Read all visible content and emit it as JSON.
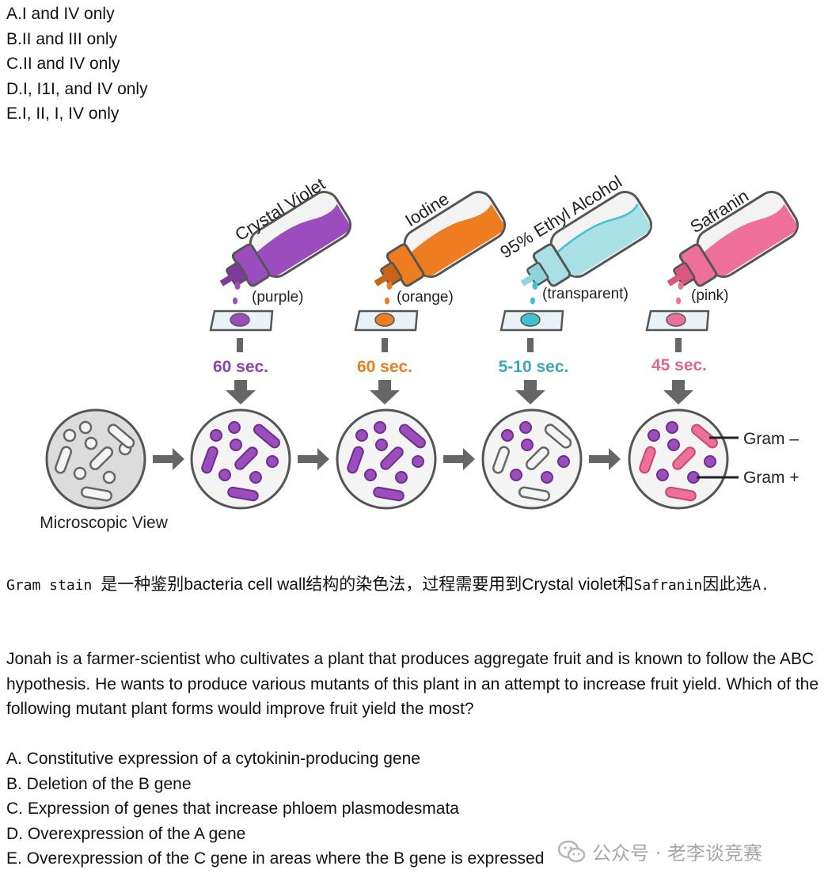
{
  "options_top": [
    "A.I and IV only",
    "B.II and III only",
    "C.II and IV only",
    "D.I, I1I, and IV only",
    "E.I, II, I, IV only"
  ],
  "figure": {
    "stains": [
      {
        "name": "Crystal Violet",
        "color_desc": "(purple)",
        "time": "60 sec.",
        "color": "#9b4dbe",
        "time_color": "#8e44ad"
      },
      {
        "name": "Iodine",
        "color_desc": "(orange)",
        "time": "60 sec.",
        "color": "#ee7d22",
        "time_color": "#e67e22"
      },
      {
        "name": "95% Ethyl Alcohol",
        "color_desc": "(transparent)",
        "time": "5-10 sec.",
        "color": "#43c0d0",
        "time_color": "#3ea6b8"
      },
      {
        "name": "Safranin",
        "color_desc": "(pink)",
        "time": "45 sec.",
        "color": "#ee6f9a",
        "time_color": "#e06591"
      }
    ],
    "microscopic_view_label": "Microscopic View",
    "gram_negative_label": "Gram –",
    "gram_positive_label": "Gram +"
  },
  "note": {
    "t1": "Gram stain ",
    "t2": "是一种鉴别",
    "t3": "bacteria cell wall",
    "t4": "结构的染色法，过程需要用到",
    "t5": "Crystal violet",
    "t6": "和",
    "t7": "Safranin",
    "t8": "因此选",
    "t9": "A."
  },
  "question": "Jonah is a farmer-scientist who cultivates a plant that produces aggregate fruit and is known to follow the ABC hypothesis. He wants to produce various mutants of this plant in an attempt to increase fruit yield. Which of the following mutant plant forms would improve fruit yield the most?",
  "options_bottom": [
    "A. Constitutive expression of a cytokinin-producing gene",
    "B. Deletion of the B gene",
    "C. Expression of genes that increase phloem plasmodesmata",
    "D. Overexpression of the A gene",
    "E. Overexpression of the C gene in areas where the B gene is expressed"
  ],
  "watermark": "公众号 · 老李谈竞赛"
}
